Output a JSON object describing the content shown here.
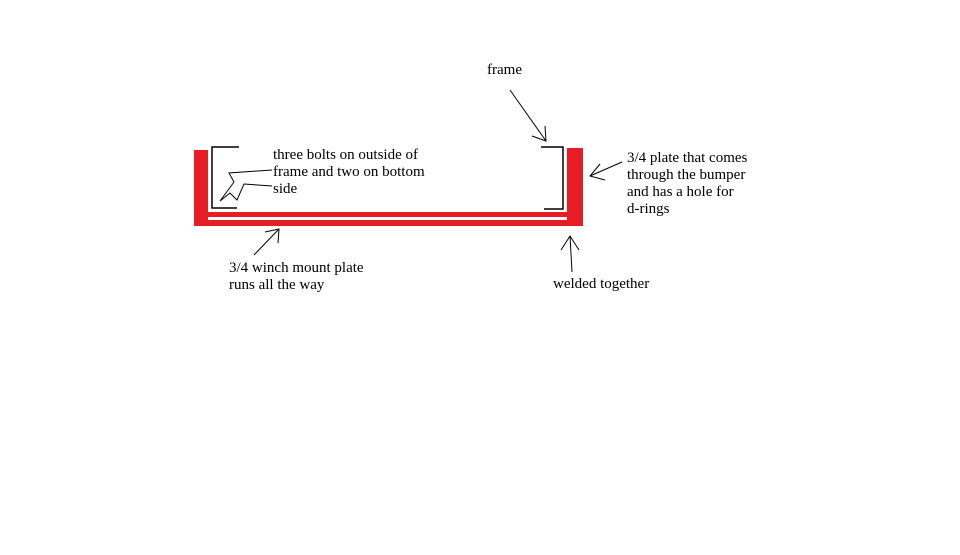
{
  "colors": {
    "plate": "#e81c24",
    "line": "#000000",
    "background": "#ffffff"
  },
  "labels": {
    "frame": "frame",
    "bolts": [
      "three bolts on outside of",
      "frame and two on bottom",
      "side"
    ],
    "plate_34": [
      "3/4 plate that comes",
      "through the bumper",
      "and has a hole for",
      "d-rings"
    ],
    "winch_mount": [
      "3/4 winch mount plate",
      "runs all the way"
    ],
    "welded": "welded together"
  }
}
